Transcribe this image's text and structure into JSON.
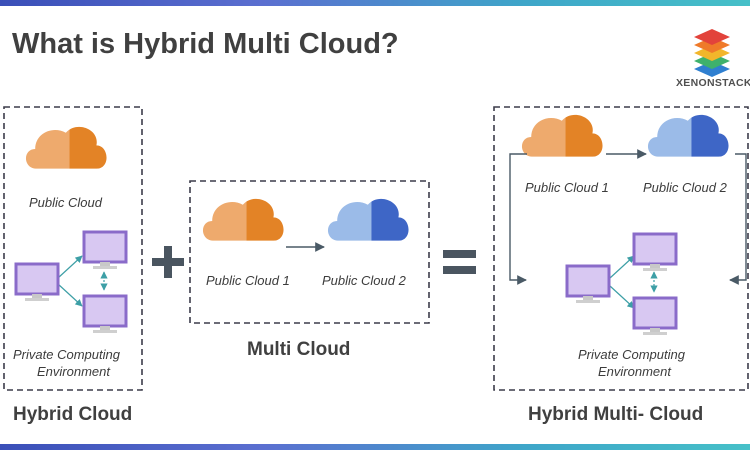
{
  "title": "What is Hybrid Multi Cloud?",
  "brand": {
    "name": "XENONSTACK",
    "icon": "layered-stack-logo"
  },
  "colors": {
    "public_cloud_1": "#e38326",
    "public_cloud_1_light": "#eeaa6d",
    "public_cloud_2": "#3e66c6",
    "public_cloud_2_light": "#9bbbe8",
    "monitor_fill": "#d8c8f2",
    "monitor_border": "#8a6bc9",
    "dashed_border": "#3c3c4a",
    "text": "#404040"
  },
  "hybrid_cloud": {
    "public_cloud_label": "Public Cloud",
    "private_env_label": "Private Computing Environment",
    "private_env_line1": "Private Computing",
    "private_env_line2": "Environment",
    "heading": "Hybrid Cloud"
  },
  "operators": {
    "plus": "+",
    "equals": "="
  },
  "multi_cloud": {
    "cloud1_label": "Public Cloud 1",
    "cloud2_label": "Public Cloud 2",
    "heading": "Multi Cloud"
  },
  "hybrid_multi_cloud": {
    "cloud1_label": "Public Cloud 1",
    "cloud2_label": "Public Cloud 2",
    "private_env_line1": "Private Computing",
    "private_env_line2": "Environment",
    "heading": "Hybrid Multi- Cloud"
  }
}
